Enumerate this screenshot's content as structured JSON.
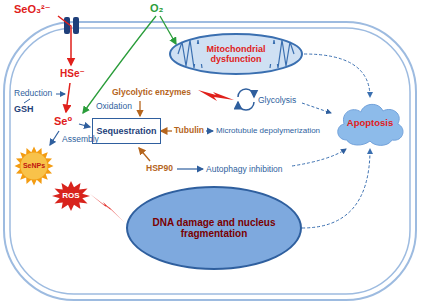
{
  "diagram": {
    "nodes": [
      {
        "text": [
          "Mitochondrial dysfunction"
        ]
      },
      {
        "text": [
          "Sequestration"
        ]
      },
      {
        "text": [
          "Apoptosis"
        ]
      },
      {
        "text": [
          "SeNPs"
        ]
      },
      {
        "text": [
          "ROS"
        ]
      },
      {
        "text": [
          "DNA damage and nucleus fragmentation"
        ]
      }
    ],
    "edges": [
      {
        "from": 0,
        "to": 2,
        "arrow": "to"
      },
      {
        "from": 5,
        "to": 2,
        "arrow": "to"
      }
    ],
    "labels": [
      "SeO₃²⁻",
      "O₂",
      "HSe⁻",
      "Reduction",
      "GSH",
      "Oxidation",
      "Se⁰",
      "Assembly",
      "Glycolytic enzymes",
      "Glycolysis",
      "Tubulin",
      "Microtubule depolymerization",
      "HSP90",
      "Autophagy inhibition"
    ]
  }
}
